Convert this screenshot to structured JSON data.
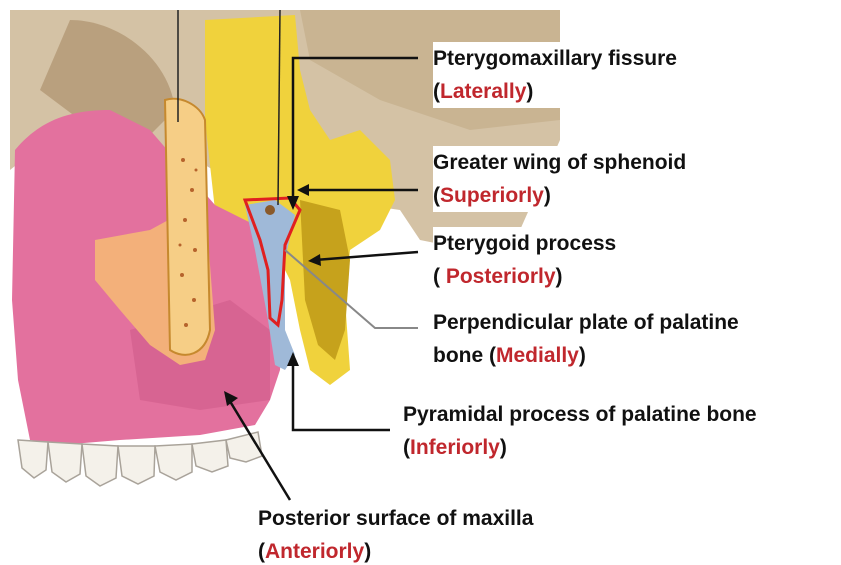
{
  "colors": {
    "maxilla": "#e3719e",
    "maxilla_shadow": "#c85583",
    "sinus_wall": "#f3b07a",
    "sinus_bone": "#f6ce86",
    "sphenoid": "#f0d23c",
    "sphenoid_shadow": "#c6a21c",
    "skull": "#d4c2a5",
    "palatine": "#9fb9d8",
    "fossa_outline": "#e02020",
    "teeth": "#f4f1ea",
    "direction_text": "#c0272d"
  },
  "labels": {
    "pterygomaxillary": {
      "name": "Pterygomaxillary fissure",
      "open": "(",
      "direction": "Laterally",
      "close": ")"
    },
    "greater_wing": {
      "name": "Greater wing of sphenoid",
      "open": "(",
      "direction": "Superiorly",
      "close": ")"
    },
    "pterygoid": {
      "name": "Pterygoid process",
      "open": "( ",
      "direction": "Posteriorly",
      "close": ")"
    },
    "perpendicular": {
      "name": "Perpendicular plate of palatine",
      "prefix": "bone (",
      "direction": "Medially",
      "close": ")"
    },
    "pyramidal": {
      "name": "Pyramidal process of palatine bone",
      "open": "(",
      "direction": "Inferiorly",
      "close": ")"
    },
    "posterior_surface": {
      "name": "Posterior surface of maxilla",
      "open": "(",
      "direction": "Anteriorly",
      "close": ")"
    }
  }
}
